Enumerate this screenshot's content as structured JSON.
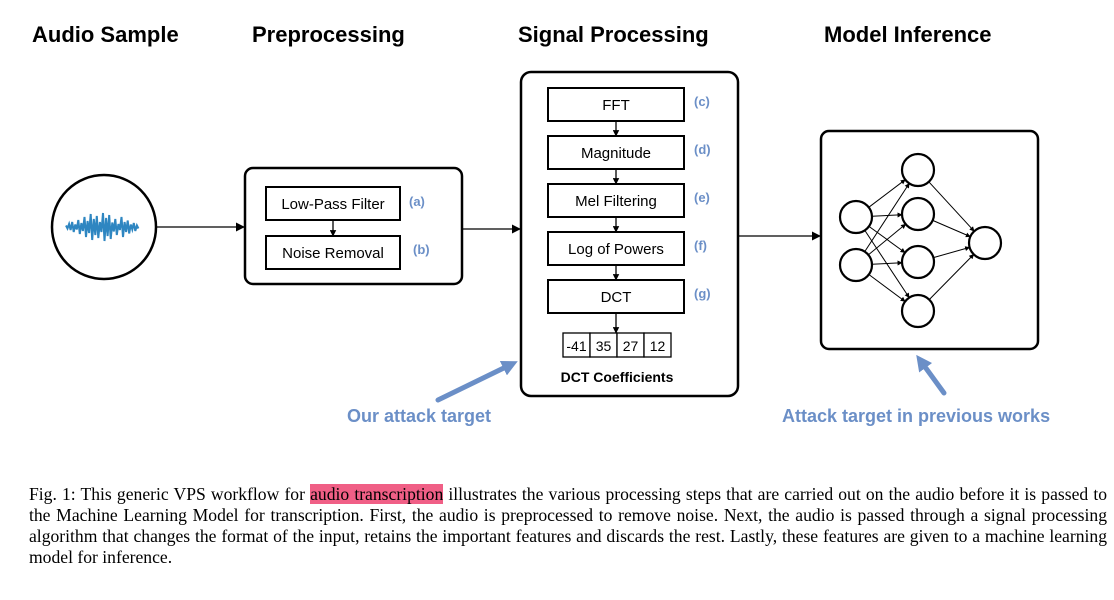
{
  "headers": {
    "audio": "Audio Sample",
    "pre": "Preprocessing",
    "sig": "Signal Processing",
    "model": "Model Inference"
  },
  "preprocessing": [
    {
      "label": "Low-Pass Filter",
      "tag": "(a)"
    },
    {
      "label": "Noise Removal",
      "tag": "(b)"
    }
  ],
  "signal": [
    {
      "label": "FFT",
      "tag": "(c)"
    },
    {
      "label": "Magnitude",
      "tag": "(d)"
    },
    {
      "label": "Mel Filtering",
      "tag": "(e)"
    },
    {
      "label": "Log of Powers",
      "tag": "(f)"
    },
    {
      "label": "DCT",
      "tag": "(g)"
    }
  ],
  "coefficients": [
    "-41",
    "35",
    "27",
    "12"
  ],
  "coef_label": "DCT Coefficients",
  "annotations": {
    "ours": "Our attack target",
    "previous": "Attack target in previous works"
  },
  "colors": {
    "accent": "#6b8fc7",
    "waveform": "#2e86c1",
    "highlight": "#f05f86"
  },
  "caption": {
    "before": "Fig. 1: This generic VPS workflow for ",
    "highlight": "audio transcription",
    "after": " illustrates the various processing steps that are carried out on the audio before it is passed to the Machine Learning Model for transcription. First, the audio is preprocessed to remove noise. Next, the audio is passed through a signal processing algorithm that changes the format of the input, retains the important features and discards the rest. Lastly, these features are given to a machine learning model for inference."
  }
}
